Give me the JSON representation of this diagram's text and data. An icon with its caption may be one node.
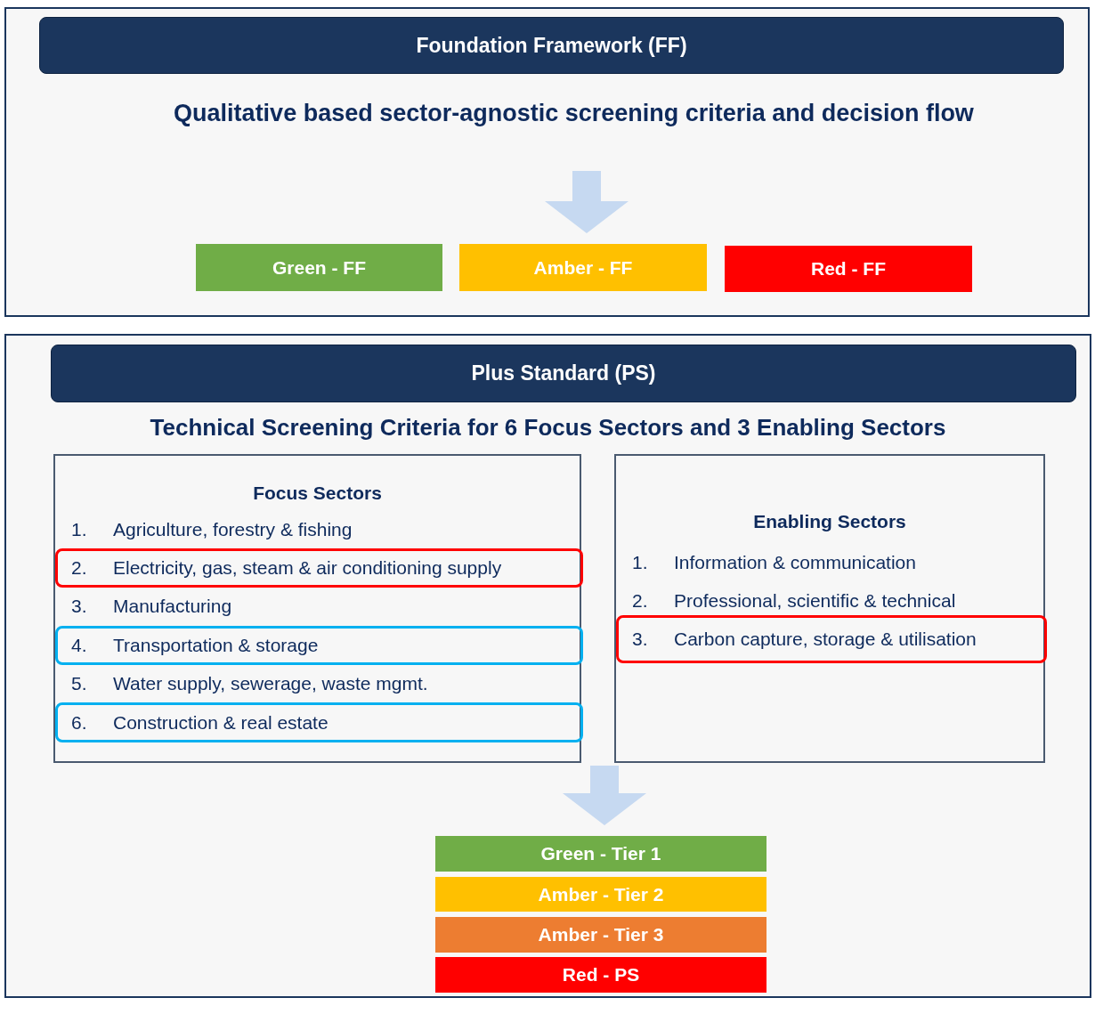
{
  "diagram": {
    "nodes": [
      {
        "text": [
          "Qualitative based sector-agnostic screening criteria and decision flow"
        ]
      },
      {
        "text": [
          "Foundation Framework (FF)"
        ],
        "in": 0
      },
      {
        "text": [
          "Green - FF"
        ],
        "in": 0
      },
      {
        "text": [
          "Amber - FF"
        ],
        "in": 0
      },
      {
        "text": [
          "Red - FF"
        ],
        "in": 0
      },
      {
        "text": [
          "Technical Screening Criteria for 6 Focus Sectors and 3 Enabling Sectors"
        ]
      },
      {
        "text": [
          "Plus Standard (PS)"
        ],
        "in": 5
      },
      {
        "text": [
          "Focus Sectors"
        ],
        "in": 5
      },
      {
        "text": [
          "1.",
          "Agriculture, forestry & fishing"
        ],
        "in": 7
      },
      {
        "text": [
          "2.",
          "Electricity, gas, steam & air conditioning supply"
        ],
        "in": 7
      },
      {
        "text": [
          "3.",
          "Manufacturing"
        ],
        "in": 7
      },
      {
        "text": [
          "4.",
          "Transportation & storage"
        ],
        "in": 7
      },
      {
        "text": [
          "5.",
          "Water supply, sewerage, waste mgmt."
        ],
        "in": 7
      },
      {
        "text": [
          "6.",
          "Construction & real estate"
        ],
        "in": 7
      },
      {
        "text": [
          "Enabling Sectors"
        ],
        "in": 5
      },
      {
        "text": [
          "1.",
          "Information & communication"
        ],
        "in": 14
      },
      {
        "text": [
          "2.",
          "Professional, scientific & technical"
        ],
        "in": 14
      },
      {
        "text": [
          "3.",
          "Carbon capture, storage & utilisation"
        ],
        "in": 14
      },
      {
        "text": [
          "Green - Tier 1"
        ],
        "in": 5
      },
      {
        "text": [
          "Amber - Tier 2"
        ],
        "in": 5
      },
      {
        "text": [
          "Amber - Tier 3"
        ],
        "in": 5
      },
      {
        "text": [
          "Red - PS"
        ],
        "in": 5
      }
    ],
    "edges": [
      {
        "from": null,
        "to": 3,
        "arrow": "to",
        "style": "thick"
      },
      {
        "from": null,
        "to": 18,
        "arrow": "to",
        "style": "thick"
      }
    ]
  }
}
